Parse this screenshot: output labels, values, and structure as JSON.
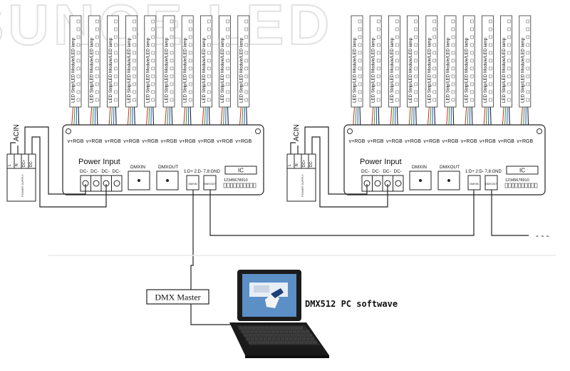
{
  "watermark": "SUNCE LED",
  "strip_label": "LED Strip/LED Module/LED lamp",
  "channel_label": "v+RGB",
  "controllers": [
    {
      "power_input": "Power Input",
      "dc_terminals": "DC-  DC-  DC-  DC-",
      "dmxin": "DMXIN",
      "dmxout": "DMXOUT",
      "dmx_wiring": "1:D+ 2:D- 7,8:GND",
      "ic": "IC",
      "dip": "12345678910",
      "port_in": "DMXIN",
      "port_out": "DMXOUT"
    },
    {
      "power_input": "Power Input",
      "dc_terminals": "DC-  DC-  DC-  DC-",
      "dmxin": "DMXIN",
      "dmxout": "DMXOUT",
      "dmx_wiring": "1:D+ 2:D- 7,8:GND",
      "ic": "IC",
      "dip": "12345678910",
      "port_in": "DMXIN",
      "port_out": "DMXOUT"
    }
  ],
  "psu": {
    "acin": "ACIN",
    "terminals": [
      "L",
      "N",
      "DC+",
      "DC-"
    ],
    "body_text": "POWER SUPPLY"
  },
  "dmx_master": "DMX Master",
  "software_label": "DMX512 PC softwave",
  "continuation": "- - -",
  "colors": {
    "line": "#222222",
    "wire_red": "#e02020",
    "wire_green": "#1fa32f",
    "wire_blue": "#2050d8",
    "watermark": "#e6e6e6",
    "screen": "#5b8fc6"
  }
}
